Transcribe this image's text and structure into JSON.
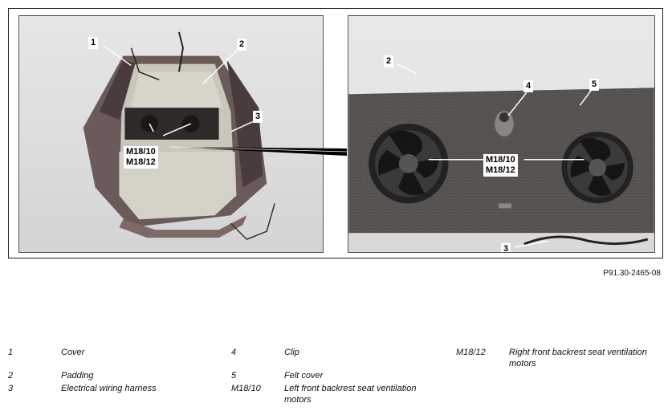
{
  "figure": {
    "id": "P91.30-2465-08",
    "left_callouts": {
      "c1": "1",
      "c2": "2",
      "c3": "3",
      "motors_a": "M18/10",
      "motors_b": "M18/12"
    },
    "right_callouts": {
      "c2": "2",
      "c4": "4",
      "c5": "5",
      "c3": "3",
      "motors_a": "M18/10",
      "motors_b": "M18/12"
    }
  },
  "legend": {
    "items": [
      {
        "num": "1",
        "text": "Cover"
      },
      {
        "num": "2",
        "text": "Padding"
      },
      {
        "num": "3",
        "text": "Electrical wiring harness"
      },
      {
        "num": "4",
        "text": "Clip"
      },
      {
        "num": "5",
        "text": "Felt cover"
      },
      {
        "num": "M18/10",
        "text": "Left front backrest seat ventilation motors"
      },
      {
        "num": "M18/12",
        "text": "Right front backrest seat ventilation motors"
      }
    ]
  }
}
